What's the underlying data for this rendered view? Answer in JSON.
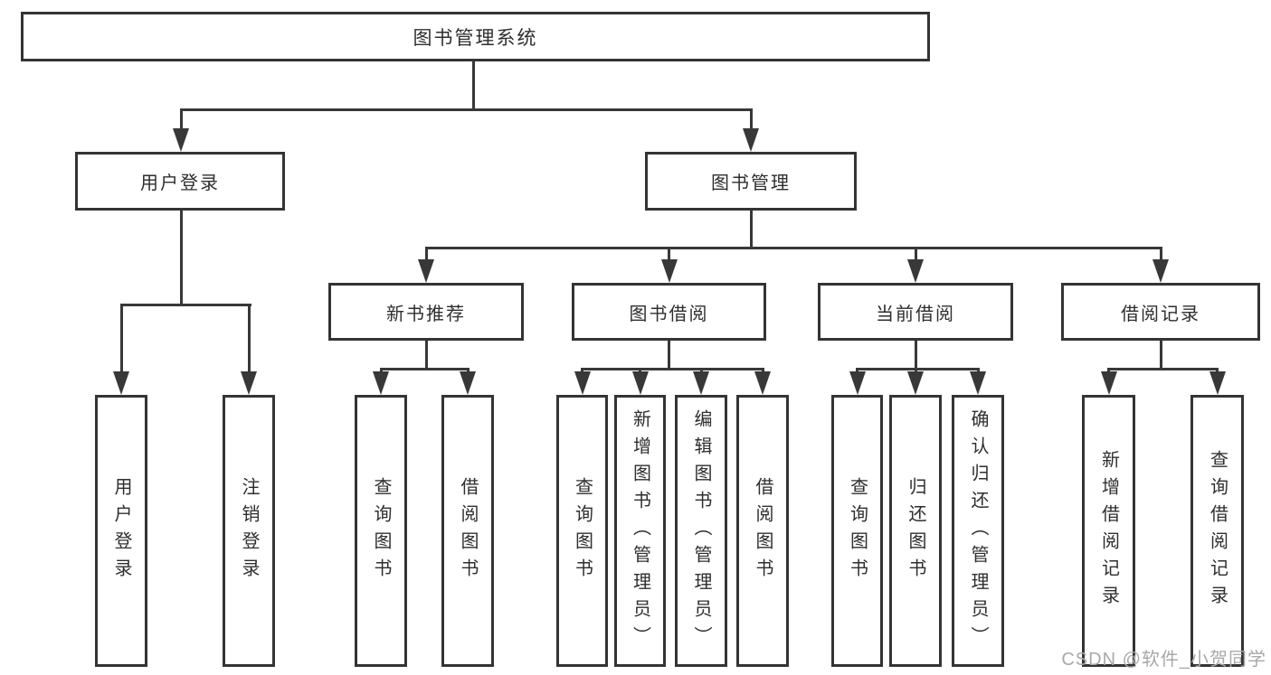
{
  "page": {
    "background_color": "#ffffff"
  },
  "diagram": {
    "type": "hierarchy-tree",
    "line_color": "#383838",
    "box_border_color": "#343434",
    "text_color": "#2e2e2e",
    "tree": {
      "label": "图书管理系统",
      "children": [
        {
          "label": "用户登录",
          "children": [
            {
              "label": "用户登录"
            },
            {
              "label": "注销登录"
            }
          ]
        },
        {
          "label": "图书管理",
          "children": [
            {
              "label": "新书推荐",
              "children": [
                {
                  "label": "查询图书"
                },
                {
                  "label": "借阅图书"
                }
              ]
            },
            {
              "label": "图书借阅",
              "children": [
                {
                  "label": "查询图书"
                },
                {
                  "label": "新增图书（管理员）"
                },
                {
                  "label": "编辑图书（管理员）"
                },
                {
                  "label": "借阅图书"
                }
              ]
            },
            {
              "label": "当前借阅",
              "children": [
                {
                  "label": "查询图书"
                },
                {
                  "label": "归还图书"
                },
                {
                  "label": "确认归还（管理员）"
                }
              ]
            },
            {
              "label": "借阅记录",
              "children": [
                {
                  "label": "新增借阅记录"
                },
                {
                  "label": "查询借阅记录"
                }
              ]
            }
          ]
        }
      ]
    }
  },
  "watermark": {
    "text": "CSDN @软件_小贺同学",
    "color": "#a9a9a9"
  }
}
